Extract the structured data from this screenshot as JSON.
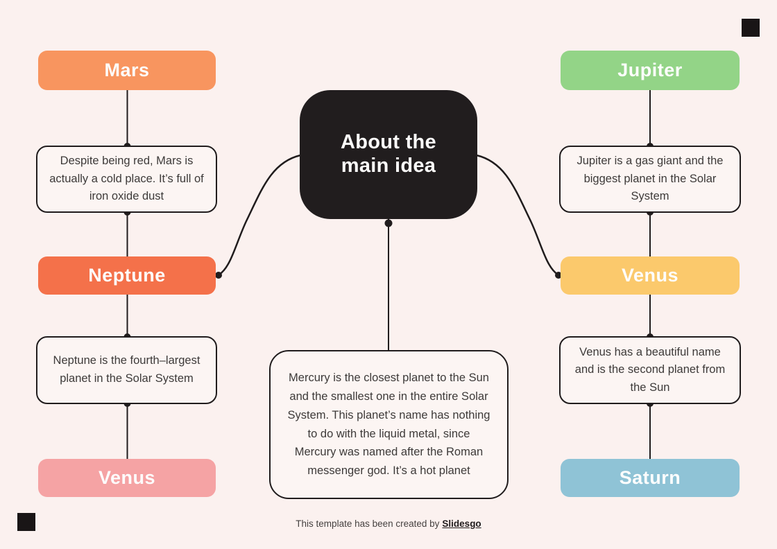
{
  "page": {
    "background_color": "#FBF1EF",
    "connector_color": "#201C1D",
    "corner_square_color": "#191516",
    "footer": {
      "text": "This template has been created by",
      "brand": "Slidesgo"
    }
  },
  "center": {
    "title": "About the\nmain idea",
    "box_color": "#211D1E",
    "description": "Mercury is the closest planet to the Sun and the smallest one in the entire Solar System. This planet’s name has nothing to do with the liquid metal, since Mercury was named after the Roman messenger god. It’s a hot planet"
  },
  "left_column": {
    "topic1": {
      "label": "Mars",
      "color": "#F8955F"
    },
    "note1": {
      "text": "Despite being red, Mars is actually a cold place. It’s full of iron oxide dust"
    },
    "topic2": {
      "label": "Neptune",
      "color": "#F4714A"
    },
    "note2": {
      "text": "Neptune is the fourth–largest planet in the Solar System"
    },
    "topic3": {
      "label": "Venus",
      "color": "#F5A3A4"
    }
  },
  "right_column": {
    "topic1": {
      "label": "Jupiter",
      "color": "#93D487"
    },
    "note1": {
      "text": "Jupiter is a gas giant and the biggest planet in the Solar System"
    },
    "topic2": {
      "label": "Venus",
      "color": "#FBC96C"
    },
    "note2": {
      "text": "Venus has a beautiful name and is the second planet from the Sun"
    },
    "topic3": {
      "label": "Saturn",
      "color": "#8FC3D6"
    }
  }
}
